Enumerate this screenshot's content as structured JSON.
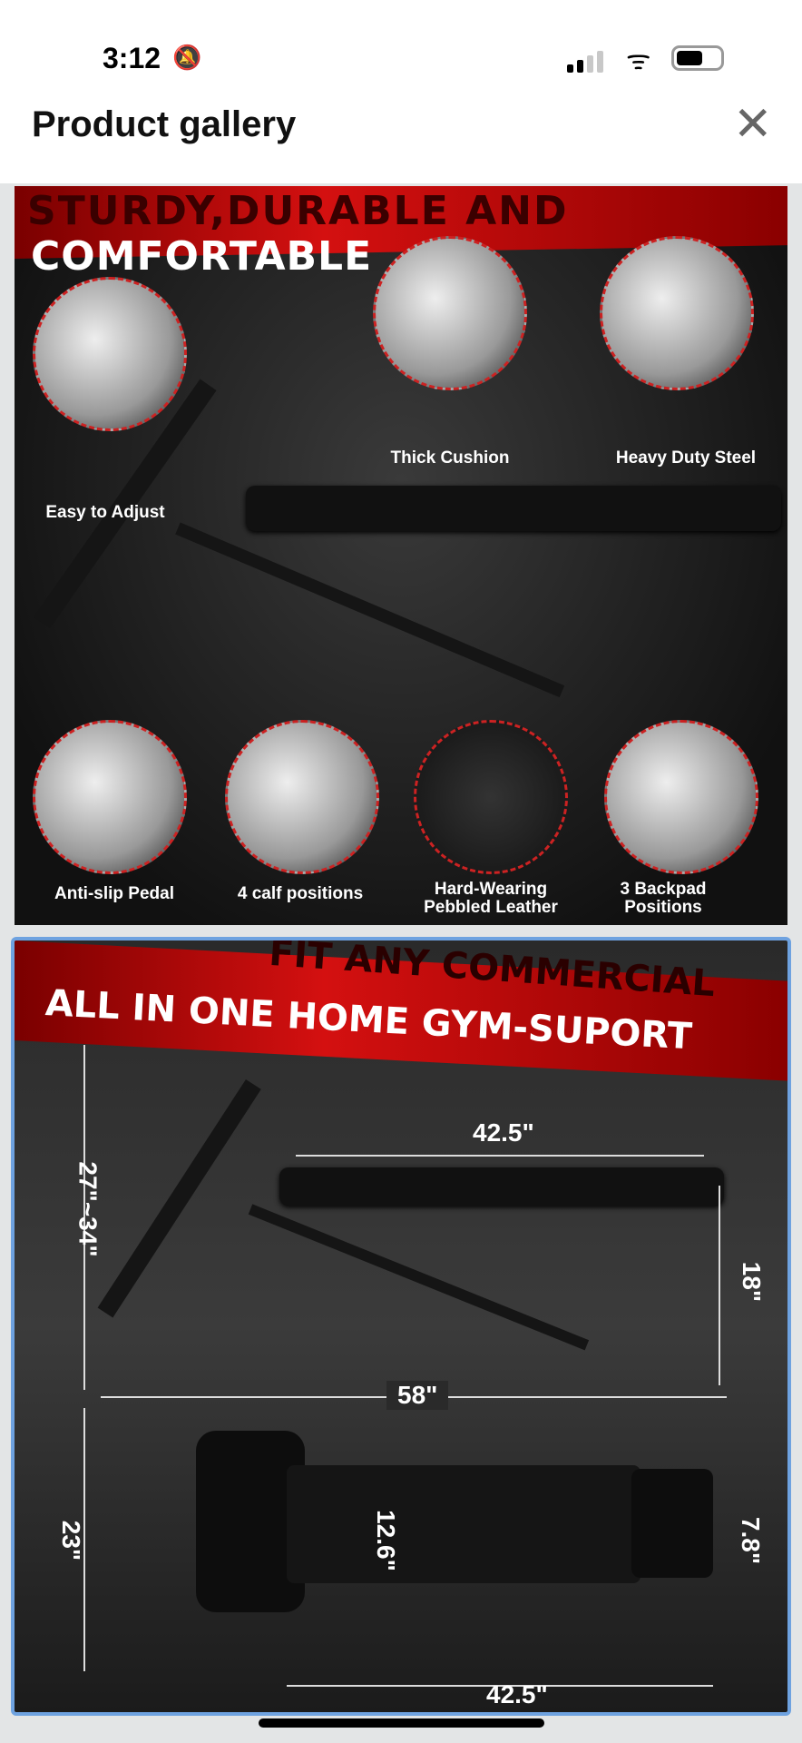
{
  "status_bar": {
    "time": "3:12",
    "silent_icon": "bell-slash-icon",
    "signal_bars": 4,
    "signal_active": 2,
    "battery_level": 0.5
  },
  "header": {
    "title": "Product gallery",
    "close_icon": "close-icon"
  },
  "gallery": {
    "images": [
      {
        "headline_1": "STURDY,DURABLE AND",
        "headline_2": "COMFORTABLE",
        "features": [
          "Thick Cushion",
          "Heavy Duty Steel",
          "Easy to Adjust",
          "Anti-slip Pedal",
          "4 calf positions",
          "Hard-Wearing Pebbled Leather",
          "3 Backpad Positions"
        ]
      },
      {
        "headline_1": "FIT ANY COMMERCIAL",
        "headline_2": "ALL IN ONE HOME GYM-SUPORT",
        "selected": true,
        "dimensions": {
          "height": "27\"~34\"",
          "length_top": "42.5\"",
          "seat_height": "18\"",
          "overall_length": "58\"",
          "width": "23\"",
          "back_width": "12.6\"",
          "seat_width": "7.8\"",
          "length_bottom": "42.5\""
        }
      }
    ]
  }
}
